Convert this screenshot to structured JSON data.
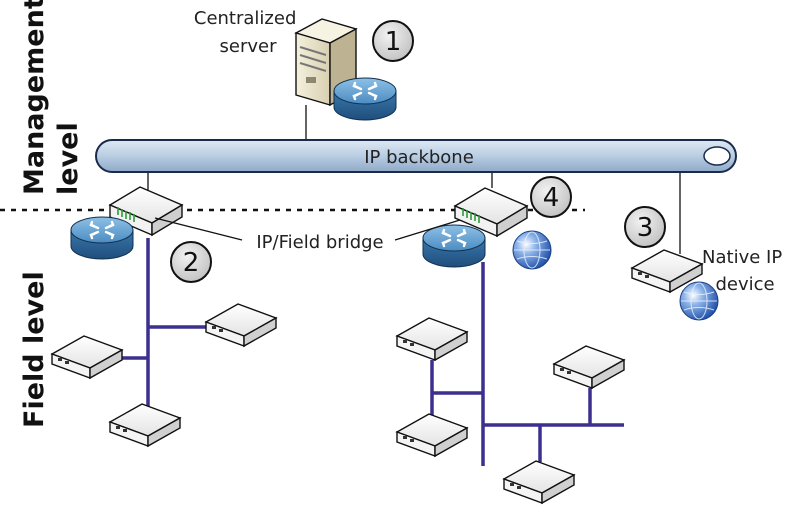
{
  "levels": {
    "management": [
      "Management",
      "level"
    ],
    "field": "Field level"
  },
  "backbone": {
    "label": "IP backbone"
  },
  "labels": {
    "server": [
      "Centralized",
      "server"
    ],
    "bridge": "IP/Field bridge",
    "native": [
      "Native IP",
      "device"
    ]
  },
  "markers": [
    "1",
    "2",
    "3",
    "4"
  ],
  "colors": {
    "backbone_fill": "#b9cde3",
    "backbone_stroke": "#1a2a4a",
    "field_bus": "#3b2f8f",
    "router": "#3f7fb5",
    "badge": "#d6d6d6"
  }
}
